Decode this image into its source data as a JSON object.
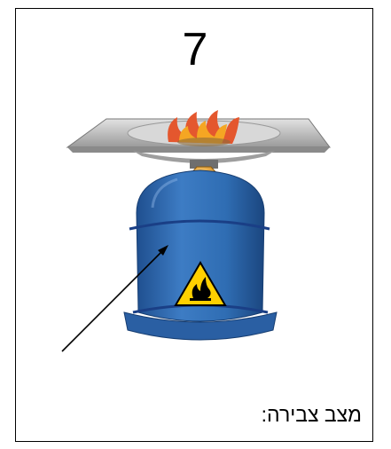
{
  "card": {
    "number": "7",
    "state_label": "מצב צבירה:"
  },
  "illustration": {
    "subject": "gas-canister-stove",
    "icons": [
      "flame-icon",
      "flammable-warning-icon",
      "pointer-arrow-icon"
    ],
    "colors": {
      "canister": "#2f6db3",
      "canister_band": "#1f4f9a",
      "burner_plate": "#c8c8c8",
      "valve": "#e8a22a",
      "flame_outer": "#e4572e",
      "flame_inner": "#f5a623",
      "warning_fill": "#ffd000"
    }
  }
}
